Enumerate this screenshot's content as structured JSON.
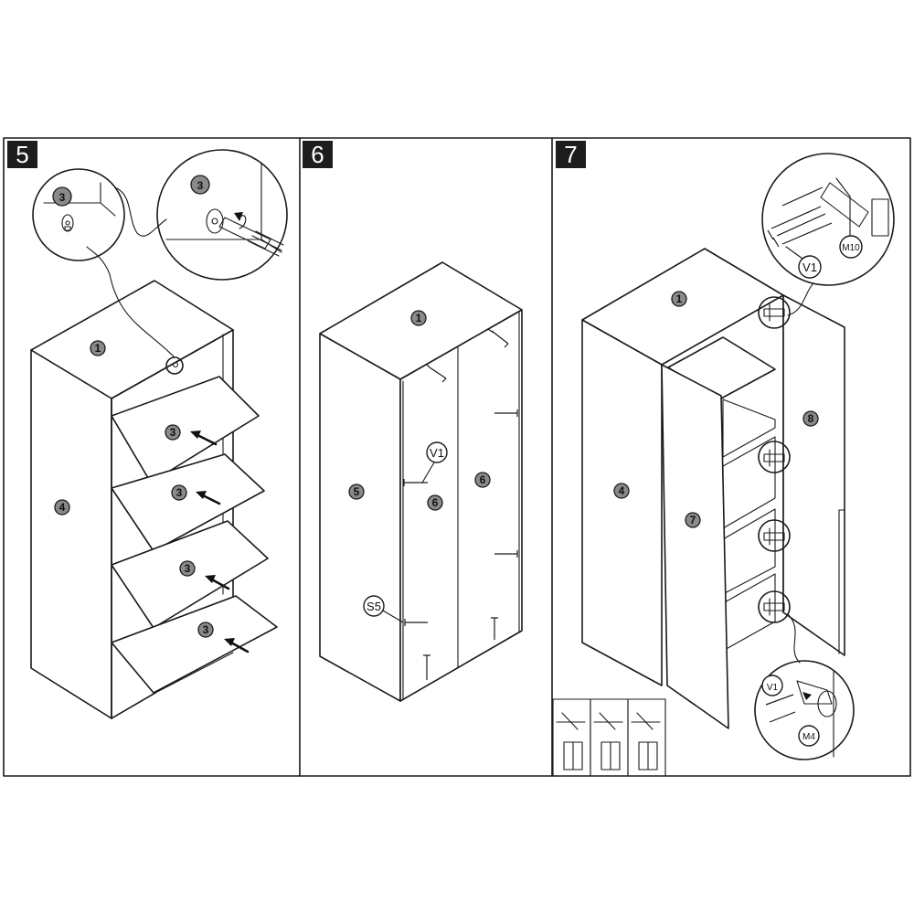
{
  "steps": [
    {
      "number": "5",
      "parts": {
        "top": "1",
        "side": "4",
        "shelves": [
          "3",
          "3",
          "3",
          "3"
        ],
        "zoom": [
          "3",
          "3"
        ]
      }
    },
    {
      "number": "6",
      "parts": {
        "top": "1",
        "side": "5",
        "back_left": "6",
        "back_right": "6"
      },
      "hardware": [
        "V1",
        "S5"
      ]
    },
    {
      "number": "7",
      "parts": {
        "top": "1",
        "side": "4",
        "door_left": "7",
        "door_right": "8"
      },
      "hardware": [
        "V1",
        "M10",
        "V1",
        "M4"
      ]
    }
  ]
}
